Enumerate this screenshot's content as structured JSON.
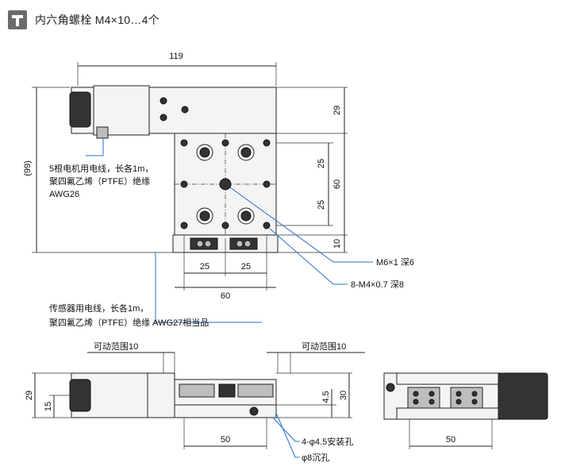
{
  "header": {
    "title": "内六角螺栓 M4×10…4个"
  },
  "dimensions": {
    "top_width": "119",
    "left_height": "(99)",
    "right_29": "29",
    "right_25a": "25",
    "right_60": "60",
    "right_25b": "25",
    "right_10": "10",
    "bottom_25a": "25",
    "bottom_25b": "25",
    "bottom_60": "60",
    "side_29": "29",
    "side_15": "15",
    "side_45": "4.5",
    "side_30": "30",
    "side_50": "50",
    "end_50": "50"
  },
  "annotations": {
    "motor_cable_line1": "5根电机用电线，长各1m，",
    "motor_cable_line2": "聚四氟乙烯（PTFE）绝缘",
    "motor_cable_line3": "AWG26",
    "screw_m6": "M6×1 深6",
    "screw_m4": "8-M4×0.7 深8",
    "sensor_cable_line1": "传感器用电线，长各1m，",
    "sensor_cable_line2": "聚四氟乙烯（PTFE）绝缘  AWG27相当品",
    "travel_left": "可动范围10",
    "travel_right": "可动范围10",
    "mount_holes": "4-φ4.5安装孔",
    "counterbore": "φ8沉孔"
  }
}
